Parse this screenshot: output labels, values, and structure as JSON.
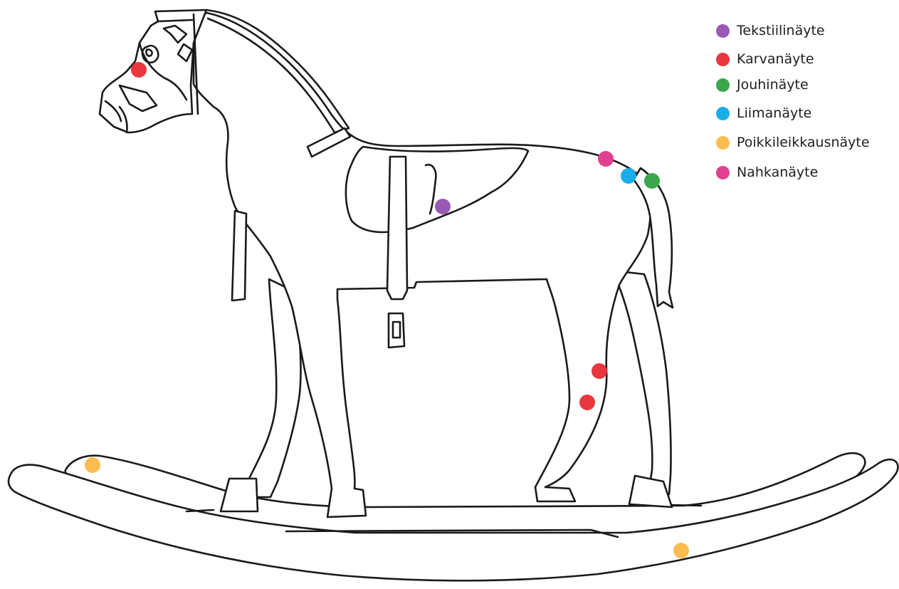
{
  "legend": {
    "items": [
      {
        "key": "tekstiili",
        "label": "Tekstiilinäyte",
        "color": "#9b59b6"
      },
      {
        "key": "karva",
        "label": "Karvanäyte",
        "color": "#e8383d"
      },
      {
        "key": "jouhi",
        "label": "Jouhinäyte",
        "color": "#3aa84a"
      },
      {
        "key": "liima",
        "label": "Liimanäyte",
        "color": "#1aaee8"
      },
      {
        "key": "poikkileikkaus",
        "label": "Poikkileikkausnäyte",
        "color": "#fbbd4f"
      },
      {
        "key": "nahka",
        "label": "Nahkanäyte",
        "color": "#e0408f"
      }
    ]
  },
  "sample_points": [
    {
      "name": "karva-sample-head",
      "type": "karva"
    },
    {
      "name": "tekstiili-sample-saddle",
      "type": "tekstiili"
    },
    {
      "name": "nahka-sample-croup",
      "type": "nahka"
    },
    {
      "name": "liima-sample-tail-base",
      "type": "liima"
    },
    {
      "name": "jouhi-sample-tail",
      "type": "jouhi"
    },
    {
      "name": "karva-sample-hind-leg-upper",
      "type": "karva"
    },
    {
      "name": "karva-sample-hind-leg-lower",
      "type": "karva"
    },
    {
      "name": "poikkileikkaus-sample-rocker-left",
      "type": "poikkileikkaus"
    },
    {
      "name": "poikkileikkaus-sample-rocker-bottom",
      "type": "poikkileikkaus"
    }
  ]
}
